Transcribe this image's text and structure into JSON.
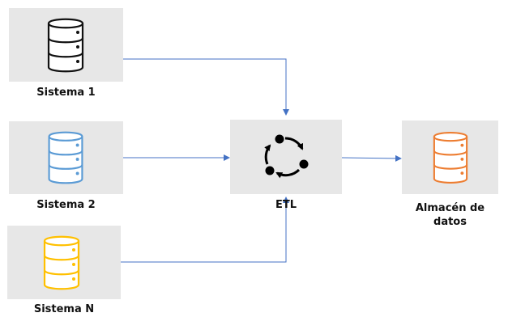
{
  "nodes": {
    "sistema1": {
      "label": "Sistema 1",
      "icon": "database-icon",
      "color": "#111111"
    },
    "sistema2": {
      "label": "Sistema 2",
      "icon": "database-icon",
      "color": "#5b9bd5"
    },
    "sistemaN": {
      "label": "Sistema N",
      "icon": "database-icon",
      "color": "#ffc000"
    },
    "etl": {
      "label": "ETL",
      "icon": "cycle-icon",
      "color": "#000000"
    },
    "almacen": {
      "label_line1": "Almacén de",
      "label_line2": "datos",
      "icon": "database-icon",
      "color": "#ed7d31"
    }
  },
  "connector_color": "#4472c4"
}
